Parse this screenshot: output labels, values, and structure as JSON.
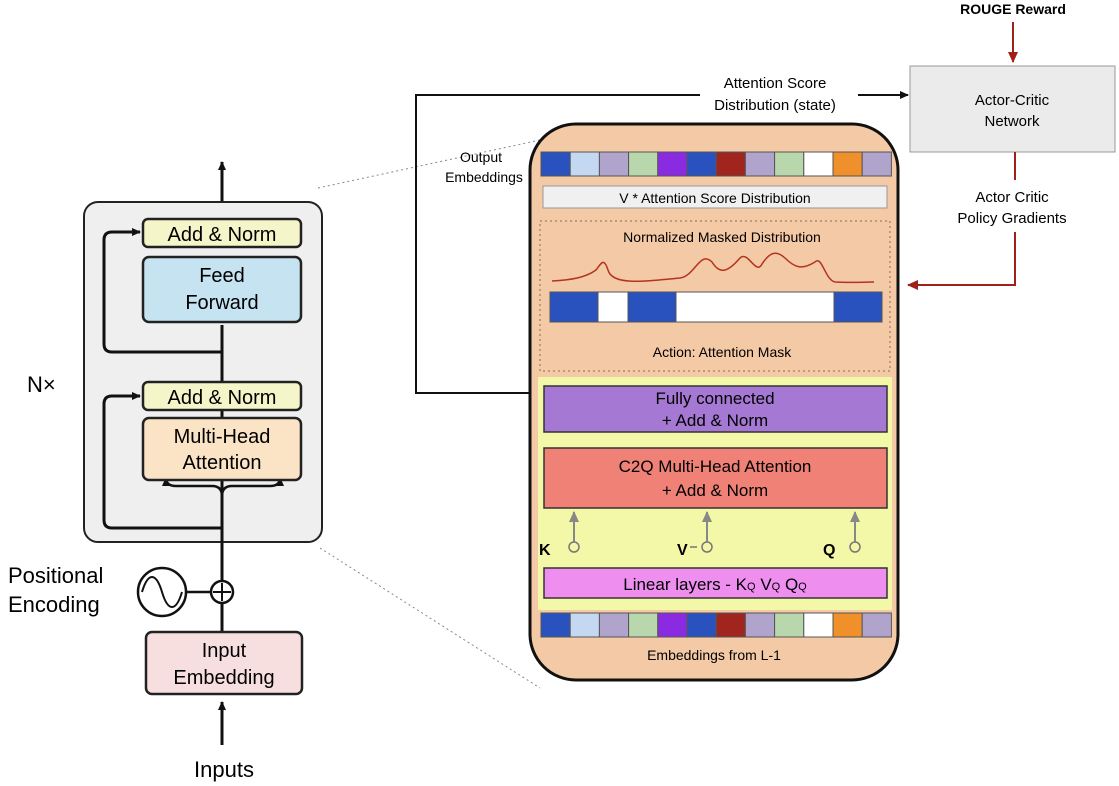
{
  "left": {
    "nx": "N×",
    "add_norm_top": "Add & Norm",
    "feed_forward_1": "Feed",
    "feed_forward_2": "Forward",
    "add_norm_mid": "Add & Norm",
    "mha_1": "Multi-Head",
    "mha_2": "Attention",
    "positional_1": "Positional",
    "positional_2": "Encoding",
    "input_emb_1": "Input",
    "input_emb_2": "Embedding",
    "inputs": "Inputs"
  },
  "right": {
    "rouge": "ROUGE Reward",
    "actor_critic_1": "Actor-Critic",
    "actor_critic_2": "Network",
    "attn_state_1": "Attention Score",
    "attn_state_2": "Distribution (state)",
    "policy_1": "Actor Critic",
    "policy_2": "Policy Gradients",
    "output_emb_1": "Output",
    "output_emb_2": "Embeddings",
    "v_attn": "V * Attention Score Distribution",
    "norm_masked": "Normalized Masked Distribution",
    "action_mask": "Action: Attention Mask",
    "fc_1": "Fully connected",
    "fc_2": "+ Add & Norm",
    "c2q_1": "C2Q Multi-Head Attention",
    "c2q_2": "+ Add & Norm",
    "k_label": "K",
    "v_label": "V",
    "q_label": "Q",
    "linear_layers": "Linear layers - K",
    "linear_sub_q1": "Q",
    "linear_v": " V",
    "linear_sub_q2": "Q",
    "linear_q": " Q",
    "linear_sub_q3": "Q",
    "emb_from": "Embeddings from L-1"
  },
  "colors": {
    "embedding_cells": [
      "#2a52be",
      "#c5d8f2",
      "#b0a4cc",
      "#b9d7ad",
      "#8a2be2",
      "#2a52be",
      "#a1251f",
      "#b0a4cc",
      "#b9d7ad",
      "#ffffff",
      "#f0902a",
      "#b0a4cc"
    ],
    "mask_segments": [
      "#2a52be",
      "#ffffff",
      "#2a52be",
      "#ffffff",
      "#2a52be"
    ],
    "peach": "#f4c9a5",
    "yellow": "#f3f7a8",
    "purple": "#a578d4",
    "salmon": "#ef8177",
    "pink": "#ee8ff0",
    "dark_red": "#a0201a"
  }
}
